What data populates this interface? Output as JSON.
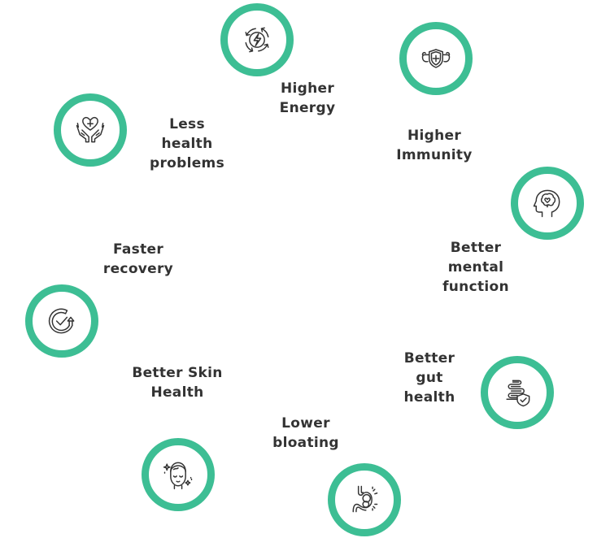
{
  "diagram": {
    "title": "",
    "accent_color": "#3dbe94",
    "text_color": "#333333",
    "benefits": [
      {
        "id": "energy",
        "label": "Higher\nEnergy",
        "icon": "energy-cycle-icon"
      },
      {
        "id": "immunity",
        "label": "Higher\nImmunity",
        "icon": "immunity-shield-icon"
      },
      {
        "id": "less",
        "label": "Less\nhealth\nproblems",
        "icon": "hands-heart-icon"
      },
      {
        "id": "mental",
        "label": "Better\nmental\nfunction",
        "icon": "head-brain-icon"
      },
      {
        "id": "recovery",
        "label": "Faster\nrecovery",
        "icon": "recovery-check-icon"
      },
      {
        "id": "gut",
        "label": "Better\ngut\nhealth",
        "icon": "gut-shield-icon"
      },
      {
        "id": "skin",
        "label": "Better Skin\nHealth",
        "icon": "face-skin-icon"
      },
      {
        "id": "bloating",
        "label": "Lower\nbloating",
        "icon": "stomach-icon"
      }
    ]
  }
}
